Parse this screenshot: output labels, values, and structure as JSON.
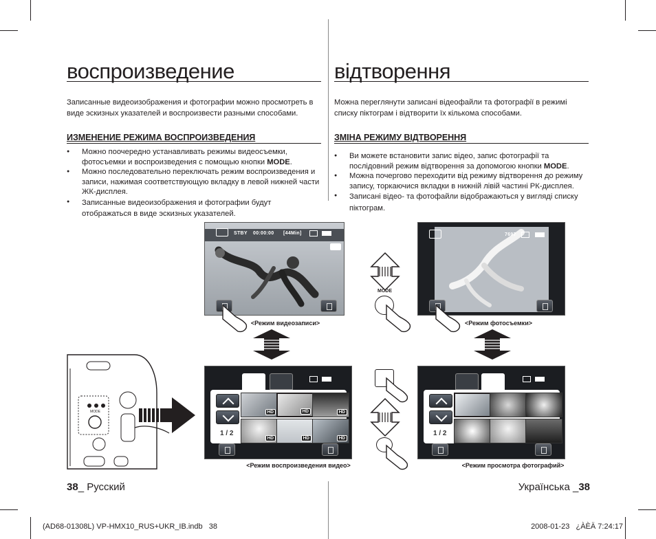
{
  "left": {
    "title": "воспроизведение",
    "intro": "Записанные видеоизображения и фотографии можно просмотреть в виде эскизных указателей и воспроизвести разными способами.",
    "subheading": "ИЗМЕНЕНИЕ РЕЖИМА ВОСПРОИЗВЕДЕНИЯ",
    "bullets": [
      {
        "text": "Можно поочередно устанавливать режимы видеосъемки, фотосъемки и воспроизведения с помощью кнопки ",
        "bold": "MODE",
        "after": "."
      },
      {
        "text": "Можно последовательно переключать режим воспроизведения и записи, нажимая соответствующую вкладку в левой нижней части ЖК-дисплея.",
        "bold": "",
        "after": ""
      },
      {
        "text": "Записанные видеоизображения и фотографии будут отображаться в виде эскизных указателей.",
        "bold": "",
        "after": ""
      }
    ]
  },
  "right": {
    "title": "відтворення",
    "intro": "Можна переглянути записані відеофайли та фотографії в режимі списку піктограм і відтворити їх кількома способами.",
    "subheading": "ЗМІНА РЕЖИМУ ВІДТВОРЕННЯ",
    "bullets": [
      {
        "text": "Ви можете встановити запис відео, запис фотографії та послідовний режим відтворення за допомогою кнопки ",
        "bold": "MODE",
        "after": "."
      },
      {
        "text": "Можна почергово переходити від режиму відтворення до режиму запису, торкаючися вкладки в нижній лівій частині РК-дисплея.",
        "bold": "",
        "after": ""
      },
      {
        "text": "Записані відео- та фотофайли відображаються у вигляді списку піктограм.",
        "bold": "",
        "after": ""
      }
    ]
  },
  "screens": {
    "video_record": {
      "caption": "<Режим видеозаписи>",
      "status": "STBY",
      "timecode": "00:00:00",
      "remaining": "[44Min]"
    },
    "photo_capture": {
      "caption": "<Режим фотосъемки>",
      "count": "7697"
    },
    "video_playback": {
      "caption": "<Режим воспроизведения видео>",
      "page": "1 / 2",
      "hd_label": "HD"
    },
    "photo_view": {
      "caption": "<Режим просмотра фотографий>",
      "page": "1 / 2"
    },
    "mode_label": "MODE",
    "camcorder_mode_label": "MODE"
  },
  "footer": {
    "left_page_number": "38",
    "left_language": "_ Русский",
    "right_language": "Українська _",
    "right_page_number": "38"
  },
  "print_info": {
    "file": "(AD68-01308L) VP-HMX10_RUS+UKR_IB.indb   38",
    "timestamp": "2008-01-23   ¿ÀÈÄ 7:24:17"
  }
}
